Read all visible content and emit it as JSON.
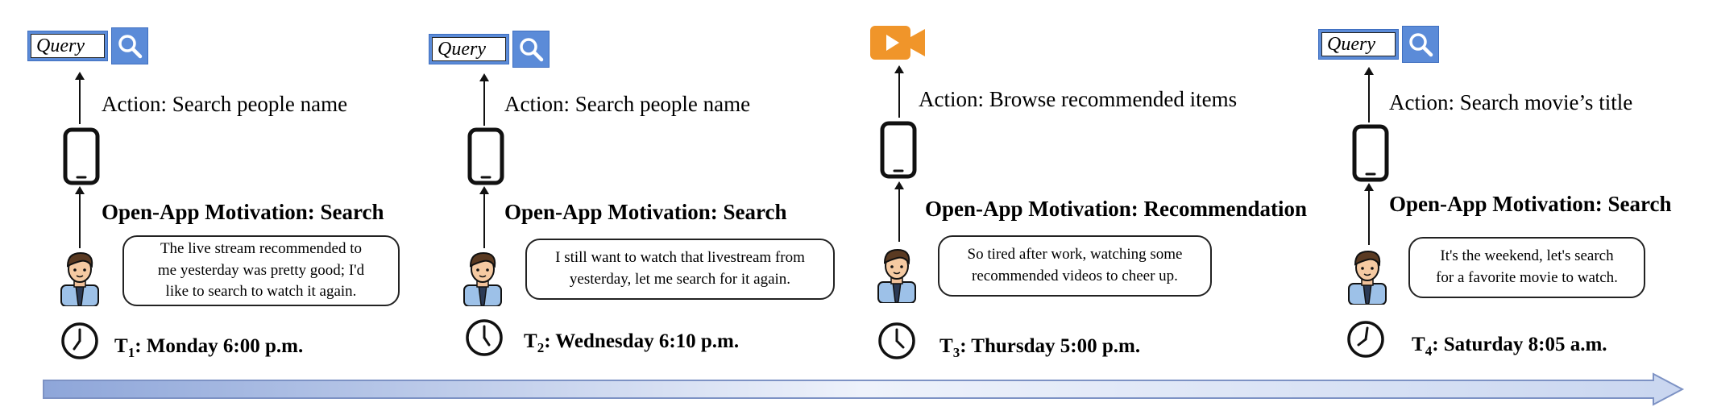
{
  "query_placeholder": "Query",
  "colors": {
    "query_blue": "#5b8bd8",
    "video_orange": "#f0952a",
    "timeline_start": "#8ea6d9",
    "timeline_end": "#c9d6f0"
  },
  "panels": [
    {
      "action": "Action: Search people name",
      "motivation": "Open-App Motivation: Search",
      "bubble": "The live stream recommended to\nme yesterday was pretty good; I'd\nlike to search to watch it again.",
      "time_sub": "1",
      "time_text": ":  Monday 6:00 p.m.",
      "top_icon": "search-query"
    },
    {
      "action": "Action: Search people name",
      "motivation": "Open-App Motivation: Search",
      "bubble": "I still want to watch that livestream from\nyesterday, let me search for it again.",
      "time_sub": "2",
      "time_text": ": Wednesday 6:10 p.m.",
      "top_icon": "search-query"
    },
    {
      "action": "Action: Browse recommended items",
      "motivation": "Open-App Motivation: Recommendation",
      "bubble": "So tired after work, watching some\nrecommended videos to cheer up.",
      "time_sub": "3",
      "time_text": ": Thursday 5:00 p.m.",
      "top_icon": "video-camera"
    },
    {
      "action": "Action: Search movie’s title",
      "motivation": "Open-App Motivation: Search",
      "bubble": "It's the weekend, let's search\nfor a favorite movie to watch.",
      "time_sub": "4",
      "time_text": ": Saturday 8:05 a.m.",
      "top_icon": "search-query"
    }
  ],
  "time_letter": "T"
}
